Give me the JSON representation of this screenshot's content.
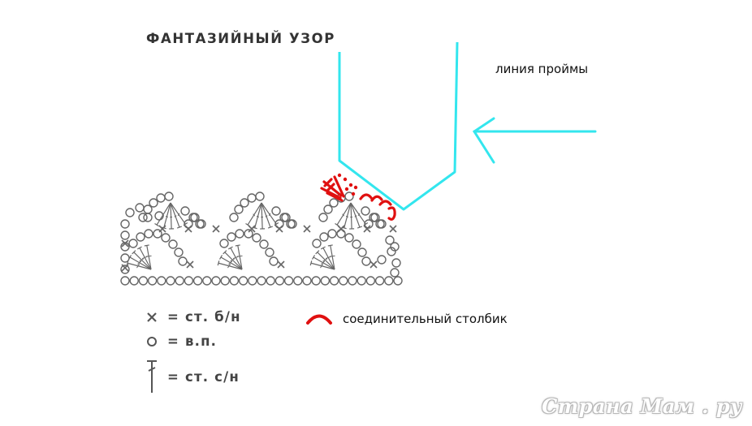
{
  "title": "ФАНТАЗИЙНЫЙ УЗОР",
  "armhole_label": "линия проймы",
  "legend": [
    {
      "symbol": "cross-icon",
      "text": "= ст. б/н"
    },
    {
      "symbol": "circle-icon",
      "text": "= в.п."
    },
    {
      "symbol": "tee-icon",
      "text": "= ст. с/н"
    }
  ],
  "slip_stitch_label": "соединительный столбик",
  "watermark": "Страна Мам . ру",
  "colors": {
    "armhole": "#33e6ee",
    "slip_stitch": "#e01010",
    "chart_ink": "#666666",
    "text": "#333333"
  }
}
